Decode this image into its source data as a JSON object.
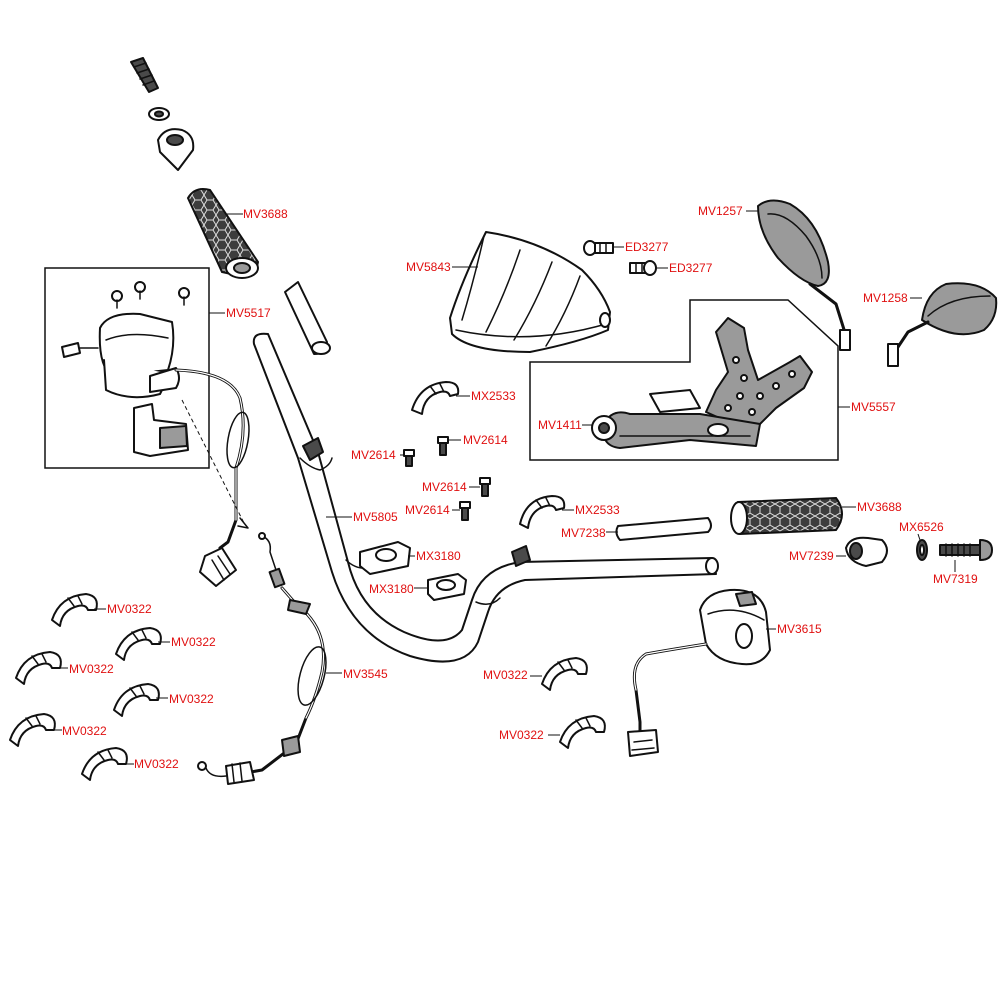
{
  "parts": {
    "mv3688_left": "MV3688",
    "mv5517": "MV5517",
    "mv5843": "MV5843",
    "ed3277_a": "ED3277",
    "ed3277_b": "ED3277",
    "mv1257": "MV1257",
    "mv1258": "MV1258",
    "mv5557": "MV5557",
    "mx2533_a": "MX2533",
    "mv1411": "MV1411",
    "mv2614_a": "MV2614",
    "mv2614_b": "MV2614",
    "mv2614_c": "MV2614",
    "mv2614_d": "MV2614",
    "mv5805": "MV5805",
    "mx2533_b": "MX2533",
    "mv3688_right": "MV3688",
    "mv7238": "MV7238",
    "mx6526": "MX6526",
    "mx3180_a": "MX3180",
    "mx3180_b": "MX3180",
    "mv7239": "MV7239",
    "mv7319": "MV7319",
    "mv0322_a": "MV0322",
    "mv0322_b": "MV0322",
    "mv0322_c": "MV0322",
    "mv0322_d": "MV0322",
    "mv0322_e": "MV0322",
    "mv0322_f": "MV0322",
    "mv0322_g": "MV0322",
    "mv0322_h": "MV0322",
    "mv3545": "MV3545",
    "mv3615": "MV3615"
  },
  "style": {
    "label_color": "#e01010",
    "line_color": "#111111"
  }
}
